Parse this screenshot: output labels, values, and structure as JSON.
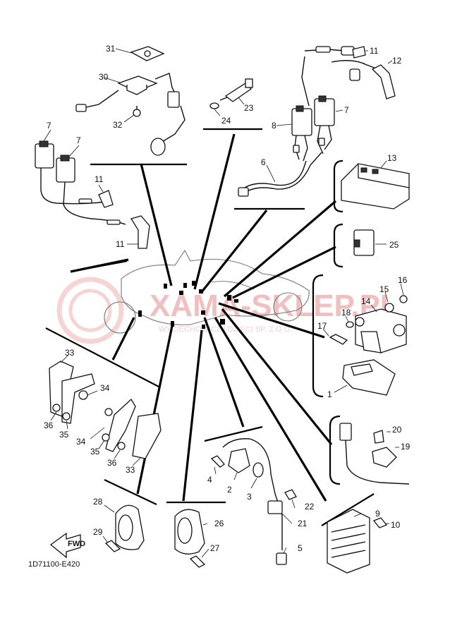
{
  "diagram_code": "1D71100-E420",
  "fwd_label": "FWD",
  "watermark": {
    "main": "XAMA-SKLEP.PL",
    "sub": "WYCIECHOWICZ I DZIECI SP. Z O.O."
  },
  "callouts": {
    "c1": "1",
    "c2": "2",
    "c3": "3",
    "c4": "4",
    "c5": "5",
    "c6": "6",
    "c7a": "7",
    "c7b": "7",
    "c7c": "7",
    "c8": "8",
    "c9": "9",
    "c10": "10",
    "c11a": "11",
    "c11b": "11",
    "c11c": "11",
    "c12": "12",
    "c13": "13",
    "c14": "14",
    "c15": "15",
    "c16": "16",
    "c17": "17",
    "c18": "18",
    "c19": "19",
    "c20": "20",
    "c21": "21",
    "c22": "22",
    "c23": "23",
    "c24": "24",
    "c25": "25",
    "c26": "26",
    "c27": "27",
    "c28": "28",
    "c29": "29",
    "c30": "30",
    "c31": "31",
    "c32": "32",
    "c33a": "33",
    "c33b": "33",
    "c34a": "34",
    "c34b": "34",
    "c35a": "35",
    "c35b": "35",
    "c36a": "36",
    "c36b": "36"
  }
}
